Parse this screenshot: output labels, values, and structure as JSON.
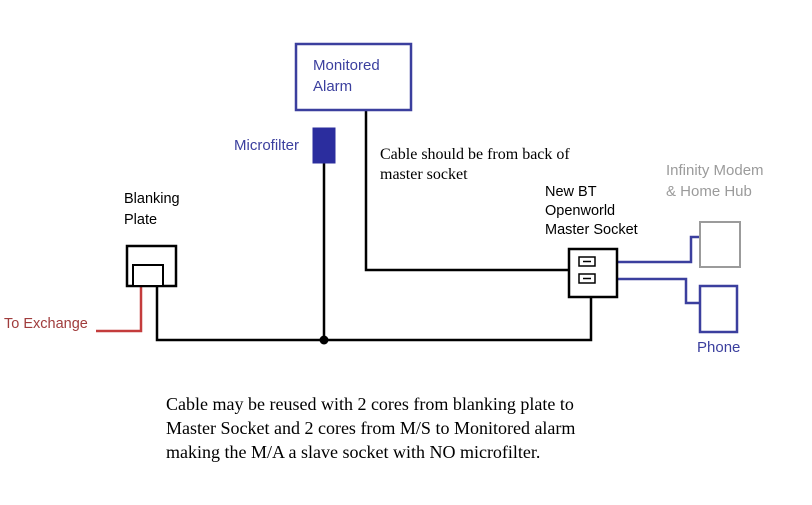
{
  "colors": {
    "blue": "#3b3f9e",
    "microfilter_fill": "#2b2d9e",
    "red_line": "#c43c3c",
    "exchange_text": "#a03c3c",
    "gray": "#9b9b9b",
    "black": "#000000"
  },
  "labels": {
    "monitored_alarm": [
      "Monitored",
      "Alarm"
    ],
    "microfilter": "Microfilter",
    "cable_note": [
      "Cable should be from back of",
      "master socket"
    ],
    "blanking_plate": [
      "Blanking",
      "Plate"
    ],
    "master_socket": [
      "New BT",
      "Openworld",
      "Master Socket"
    ],
    "modem": [
      "Infinity Modem",
      "& Home Hub"
    ],
    "to_exchange": "To Exchange",
    "phone": "Phone"
  },
  "caption": [
    "Cable may be reused with 2 cores from blanking plate to",
    "Master Socket and 2 cores from M/S to Monitored alarm",
    "making the M/A a slave socket with NO microfilter."
  ]
}
